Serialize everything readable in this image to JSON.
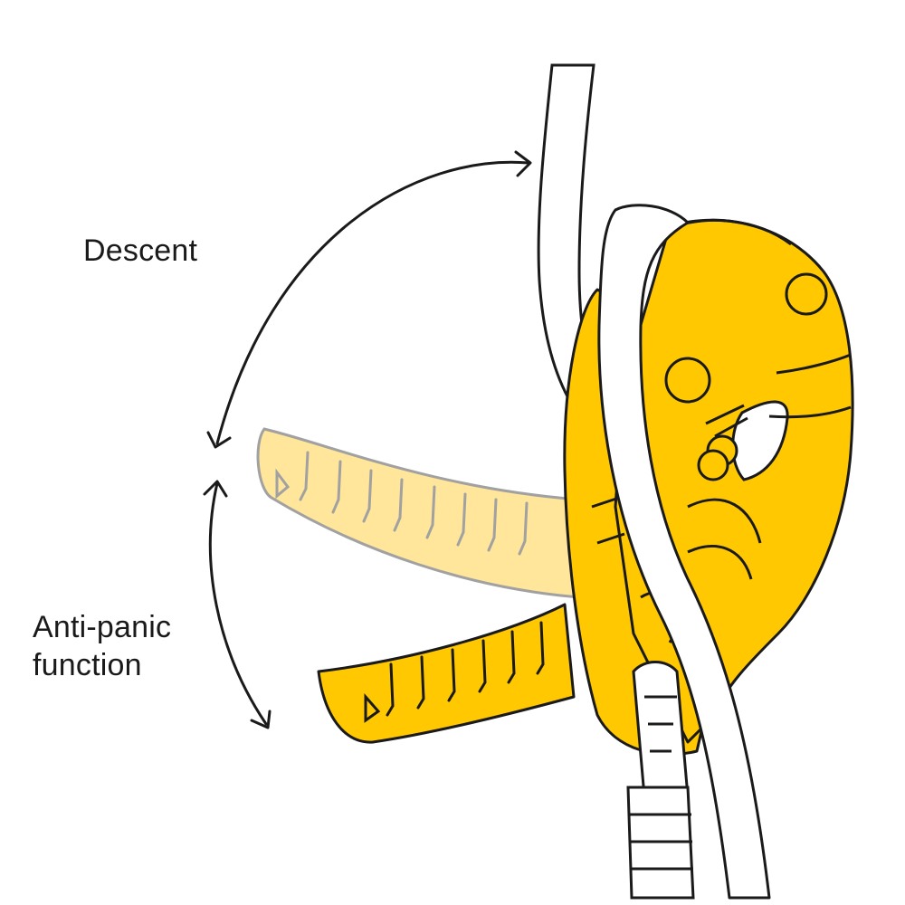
{
  "labels": {
    "descent": "Descent",
    "anti_panic_line1": "Anti-panic",
    "anti_panic_line2": "function"
  },
  "colors": {
    "device_yellow": "#FFC800",
    "handle_ghost": "#FFE08A",
    "outline": "#1a1a1a",
    "rope": "#ffffff",
    "background": "#ffffff"
  },
  "icons": {
    "descent_arrow": "curved-double-arrow",
    "anti_panic_arrow": "curved-double-arrow"
  }
}
